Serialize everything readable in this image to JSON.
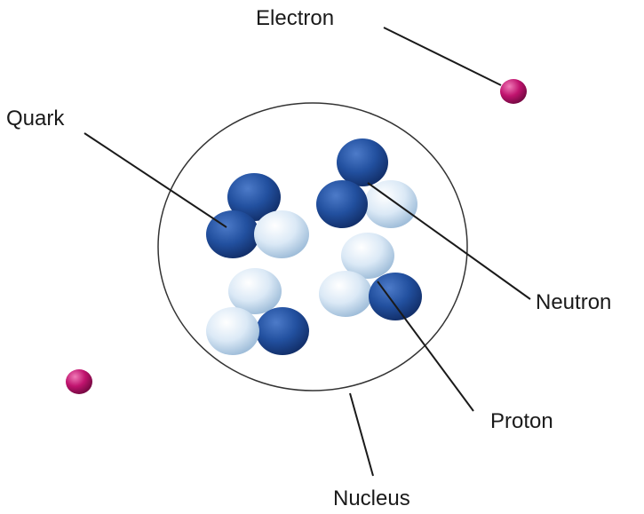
{
  "labels": {
    "electron": "Electron",
    "quark": "Quark",
    "neutron": "Neutron",
    "proton": "Proton",
    "nucleus": "Nucleus"
  },
  "colors": {
    "background": "#ffffff",
    "dark_quark": "#1f4a9c",
    "light_quark": "#dceaf6",
    "electron": "#c0136e",
    "nucleus_outline": "#333333"
  },
  "particles": {
    "electron_count": 2,
    "nucleon_count": 4,
    "quarks_per_nucleon": 3,
    "neutrons": 2,
    "protons": 2
  }
}
